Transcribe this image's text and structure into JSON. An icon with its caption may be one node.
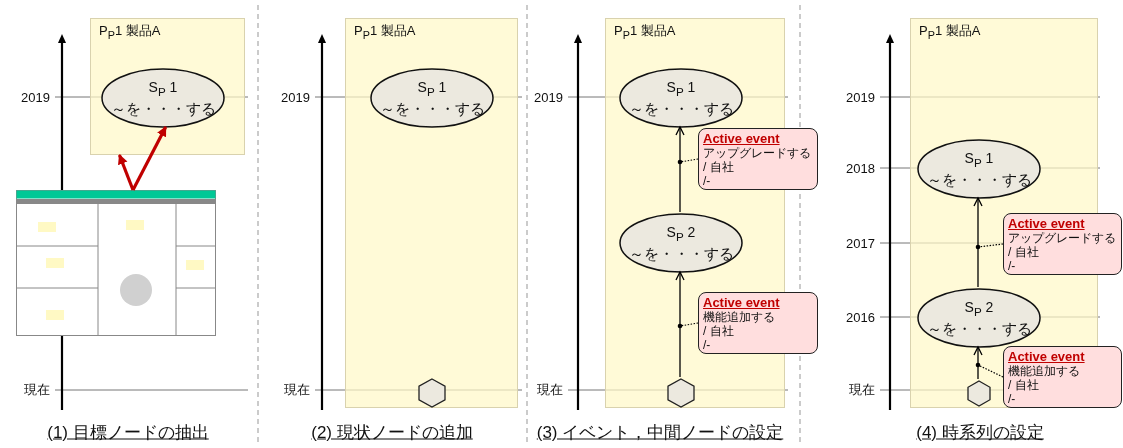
{
  "diagram": {
    "nodes": [
      {
        "text": [
          "P$_{P}$1 製品A"
        ]
      },
      {
        "text": [
          "S$_{P}$ 1",
          "～を・・・する"
        ],
        "in": 0
      },
      {
        "text": [],
        "shape": "picture"
      },
      {
        "text": [
          "P$_{P}$1 製品A"
        ]
      },
      {
        "text": [
          "S$_{P}$ 1",
          "～を・・・する"
        ],
        "in": 3
      },
      {
        "text": [],
        "shape": "hexagon",
        "in": 3
      },
      {
        "text": [
          "P$_{P}$1 製品A"
        ]
      },
      {
        "text": [
          "S$_{P}$ 1",
          "～を・・・する"
        ],
        "in": 6
      },
      {
        "text": [
          "S$_{P}$ 2",
          "～を・・・する"
        ],
        "in": 6
      },
      {
        "text": [],
        "shape": "hexagon",
        "in": 6
      },
      {
        "text": [
          "Active event",
          "アップグレードする",
          "/ 自社",
          "/-"
        ]
      },
      {
        "text": [
          "Active event",
          "機能追加する",
          "/ 自社",
          "/-"
        ]
      },
      {
        "text": [
          "P$_{P}$1 製品A"
        ]
      },
      {
        "text": [
          "S$_{P}$ 1",
          "～を・・・する"
        ],
        "in": 12
      },
      {
        "text": [
          "S$_{P}$ 2",
          "～を・・・する"
        ],
        "in": 12
      },
      {
        "text": [],
        "shape": "hexagon",
        "in": 12
      },
      {
        "text": [
          "Active event",
          "アップグレードする",
          "/ 自社",
          "/-"
        ]
      },
      {
        "text": [
          "Active event",
          "機能追加する",
          "/ 自社",
          "/-"
        ]
      }
    ],
    "edges": [
      {
        "from": 2,
        "to": 0,
        "arrow": "to",
        "style": "thick",
        "color": "#c00000"
      },
      {
        "from": 2,
        "to": 1,
        "arrow": "to",
        "style": "thick",
        "color": "#c00000"
      },
      {
        "from": 9,
        "to": 8,
        "arrow": "to"
      },
      {
        "from": 8,
        "to": 7,
        "arrow": "to"
      },
      {
        "from": 10,
        "to": null,
        "arrow": "other",
        "style": "dashed"
      },
      {
        "from": 11,
        "to": null,
        "arrow": "other",
        "style": "dashed"
      },
      {
        "from": 15,
        "to": 14,
        "arrow": "to"
      },
      {
        "from": 14,
        "to": 13,
        "arrow": "to"
      },
      {
        "from": 16,
        "to": null,
        "arrow": "other",
        "style": "dashed"
      },
      {
        "from": 17,
        "to": null,
        "arrow": "other",
        "style": "dashed"
      }
    ],
    "labels": [
      "2019",
      "現在",
      "(1) 目標ノードの抽出",
      "2019",
      "現在",
      "(2) 現状ノードの追加",
      "2019",
      "現在",
      "(3) イベント，中間ノードの設定",
      "2019",
      "2018",
      "2017",
      "2016",
      "現在",
      "(4) 時系列の設定"
    ]
  }
}
